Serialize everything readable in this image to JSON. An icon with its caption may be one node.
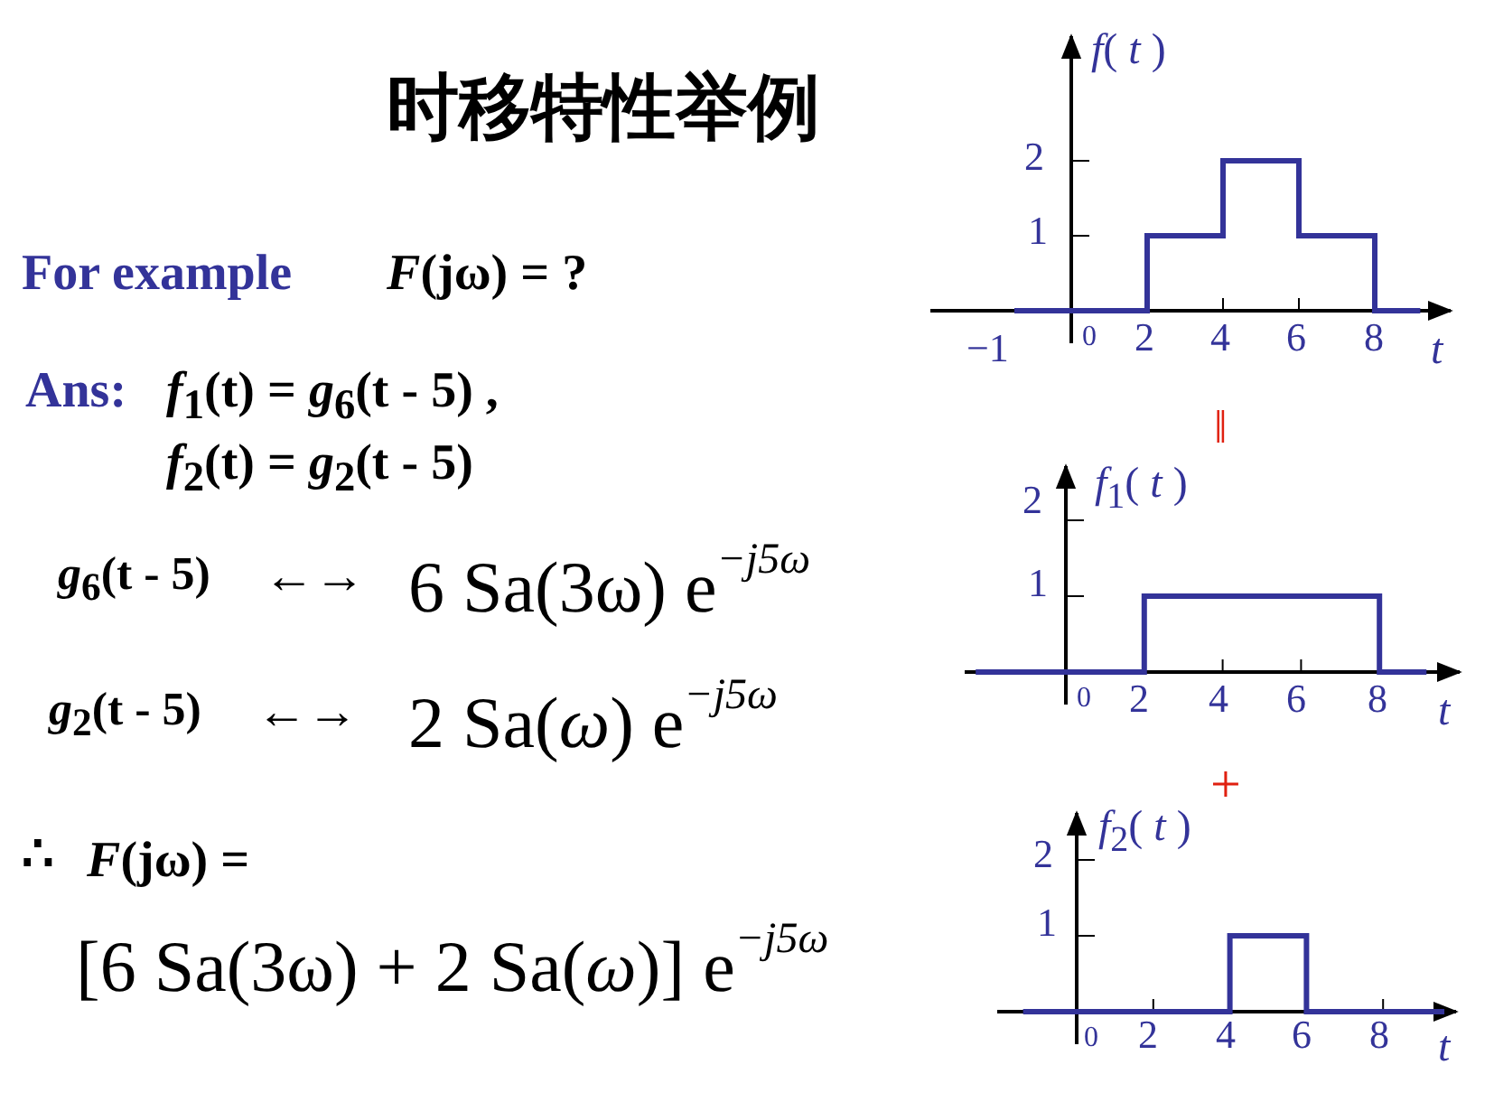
{
  "diagram": {
    "title": "时移特性举例",
    "labels": [
      "For example",
      "*F*(jω) = ?",
      "Ans:",
      "*f*$_{1}$(t) = *g*$_{6}$(t - 5) ,",
      "*f*$_{2}$(t) = *g*$_{2}$(t - 5)",
      "*g*$_{6}$(t - 5)",
      "←→",
      "6 Sa(3ω) e$^{−j5ω}$",
      "*g*$_{2}$(t - 5)",
      "←→",
      "2 Sa(*ω*) e$^{−j5ω}$",
      "∴",
      "*F*(jω) =",
      "[6 Sa(3ω) + 2 Sa(*ω*)] e$^{−j5ω}$",
      "*f*( *t* )",
      "2",
      "1",
      "−1",
      "0",
      "2",
      "4",
      "6",
      "8",
      "*t*",
      "‖",
      "2",
      "*f*$_{1}$( *t* )",
      "1",
      "0",
      "2",
      "4",
      "6",
      "8",
      "*t*",
      "+",
      "2",
      "*f*$_{2}$( *t* )",
      "1",
      "0",
      "2",
      "4",
      "6",
      "8",
      "*t*"
    ]
  }
}
